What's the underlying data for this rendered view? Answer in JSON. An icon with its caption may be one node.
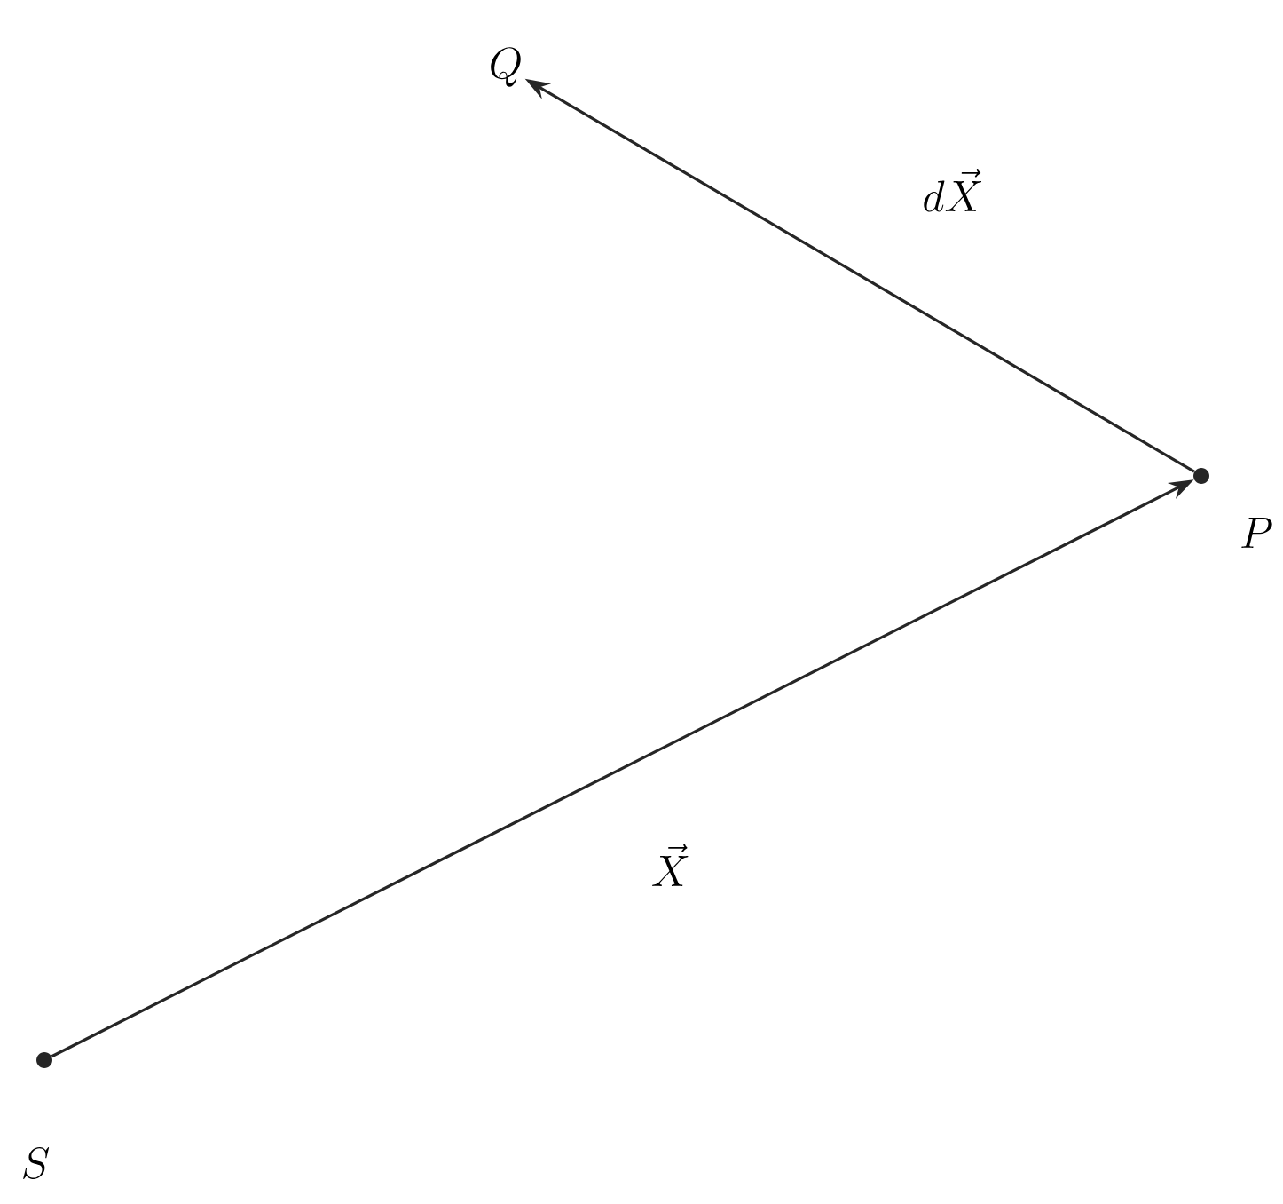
{
  "diagram": {
    "nodes": [
      {
        "text": [
          "S"
        ]
      },
      {
        "text": [
          "P"
        ]
      },
      {
        "text": [
          "Q"
        ]
      }
    ],
    "edges": [
      {
        "from": 0,
        "to": 1,
        "arrow": "to",
        "label": "\\vec{X}"
      },
      {
        "from": 1,
        "to": 2,
        "arrow": "to",
        "label": "d\\vec{X}"
      }
    ]
  }
}
